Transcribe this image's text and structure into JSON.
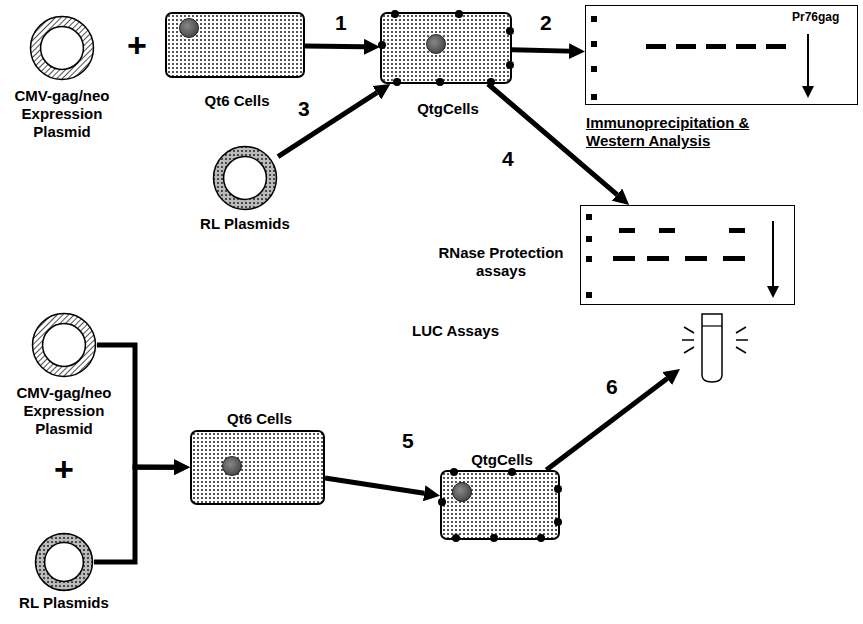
{
  "diagram": {
    "nodes": [
      {
        "text": [
          "CMV-gag/neo Expression Plasmid"
        ]
      },
      {
        "text": [
          "Qt6 Cells"
        ]
      },
      {
        "text": [
          "QtgCells"
        ]
      },
      {
        "text": [
          "Pr76gag",
          "Immunoprecipitation & Western Analysis"
        ]
      },
      {
        "text": [
          "RL Plasmids"
        ]
      },
      {
        "text": [
          "RNase Protection assays"
        ]
      },
      {
        "text": [
          "LUC Assays"
        ]
      },
      {
        "text": [
          "CMV-gag/neo Expression Plasmid"
        ]
      },
      {
        "text": [
          "RL Plasmids"
        ]
      },
      {
        "text": [
          "Qt6 Cells"
        ]
      },
      {
        "text": [
          "QtgCells"
        ]
      }
    ],
    "edges": [
      {
        "from": 1,
        "to": 2,
        "arrow": "to",
        "label": "1"
      },
      {
        "from": 2,
        "to": 3,
        "arrow": "to",
        "label": "2"
      },
      {
        "from": 4,
        "to": 2,
        "arrow": "to",
        "label": "3"
      },
      {
        "from": 2,
        "to": 5,
        "arrow": "to",
        "label": "4"
      },
      {
        "from": 7,
        "to": 9,
        "arrow": "to"
      },
      {
        "from": 8,
        "to": 9,
        "arrow": "to"
      },
      {
        "from": 9,
        "to": 10,
        "arrow": "to",
        "label": "5"
      },
      {
        "from": 10,
        "to": 6,
        "arrow": "to",
        "label": "6"
      }
    ],
    "labels": [
      "+",
      "+"
    ]
  }
}
